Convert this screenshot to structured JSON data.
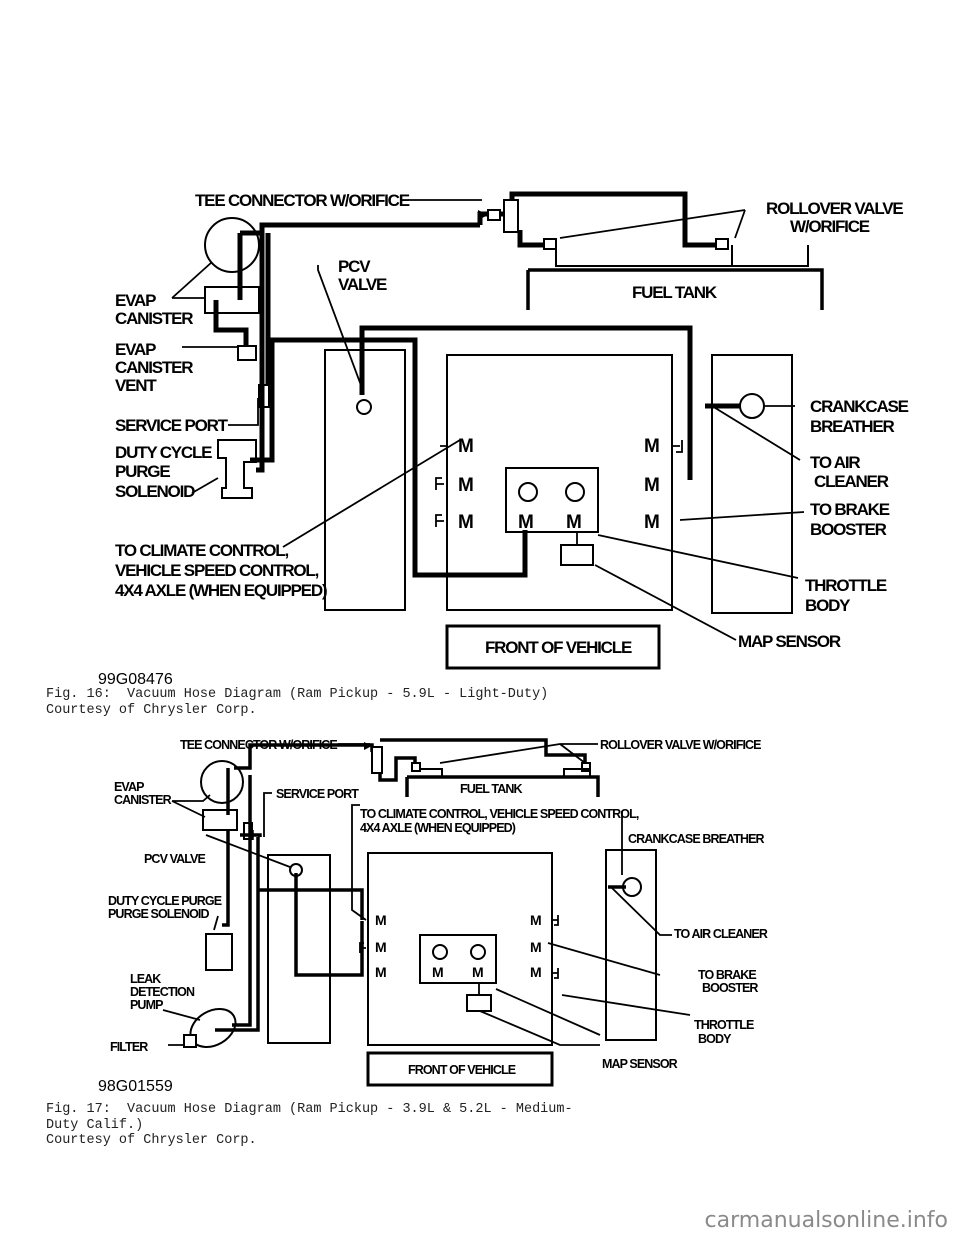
{
  "figure1": {
    "id": "99G08476",
    "caption": "Fig. 16:  Vacuum Hose Diagram (Ram Pickup - 5.9L - Light-Duty)",
    "courtesy": "Courtesy of Chrysler Corp.",
    "labels": {
      "tee_connector": "TEE CONNECTOR W/ORIFICE",
      "rollover_1": "ROLLOVER VALVE",
      "rollover_2": "W/ORIFICE",
      "fuel_tank": "FUEL TANK",
      "evap_1": "EVAP",
      "evap_2": "CANISTER",
      "vent_1": "EVAP",
      "vent_2": "CANISTER",
      "vent_3": "VENT",
      "pcv_1": "PCV",
      "pcv_2": "VALVE",
      "service_port": "SERVICE PORT",
      "duty_1": "DUTY CYCLE",
      "duty_2": "PURGE",
      "duty_3": "SOLENOID",
      "climate_1": "TO CLIMATE CONTROL,",
      "climate_2": "VEHICLE SPEED CONTROL,",
      "climate_3": "4X4 AXLE (WHEN EQUIPPED)",
      "crank_1": "CRANKCASE",
      "crank_2": "BREATHER",
      "air_1": "TO AIR",
      "air_2": "CLEANER",
      "brake_1": "TO BRAKE",
      "brake_2": "BOOSTER",
      "throttle_1": "THROTTLE",
      "throttle_2": "BODY",
      "map_sensor": "MAP SENSOR",
      "front": "FRONT OF VEHICLE",
      "m": "M"
    }
  },
  "figure2": {
    "id": "98G01559",
    "caption_1": "Fig. 17:  Vacuum Hose Diagram (Ram Pickup - 3.9L & 5.2L - Medium-",
    "caption_2": "Duty Calif.)",
    "courtesy": "Courtesy of Chrysler Corp.",
    "labels": {
      "tee_connector": "TEE CONNECTOR W/ORIFICE",
      "rollover": "ROLLOVER VALVE W/ORIFICE",
      "fuel_tank": "FUEL TANK",
      "evap_1": "EVAP",
      "evap_2": "CANISTER",
      "service_port": "SERVICE PORT",
      "climate_1": "TO CLIMATE CONTROL, VEHICLE SPEED CONTROL,",
      "climate_2": "4X4 AXLE (WHEN EQUIPPED)",
      "crank": "CRANKCASE BREATHER",
      "pcv": "PCV VALVE",
      "duty_1": "DUTY CYCLE PURGE",
      "duty_2": "PURGE SOLENOID",
      "air": "TO AIR CLEANER",
      "leak_1": "LEAK",
      "leak_2": "DETECTION",
      "leak_3": "PUMP",
      "brake_1": "TO BRAKE",
      "brake_2": "BOOSTER",
      "throttle_1": "THROTTLE",
      "throttle_2": "BODY",
      "filter": "FILTER",
      "map_sensor": "MAP SENSOR",
      "front": "FRONT OF VEHICLE",
      "m": "M"
    }
  },
  "watermark": "carmanualsonline.info"
}
